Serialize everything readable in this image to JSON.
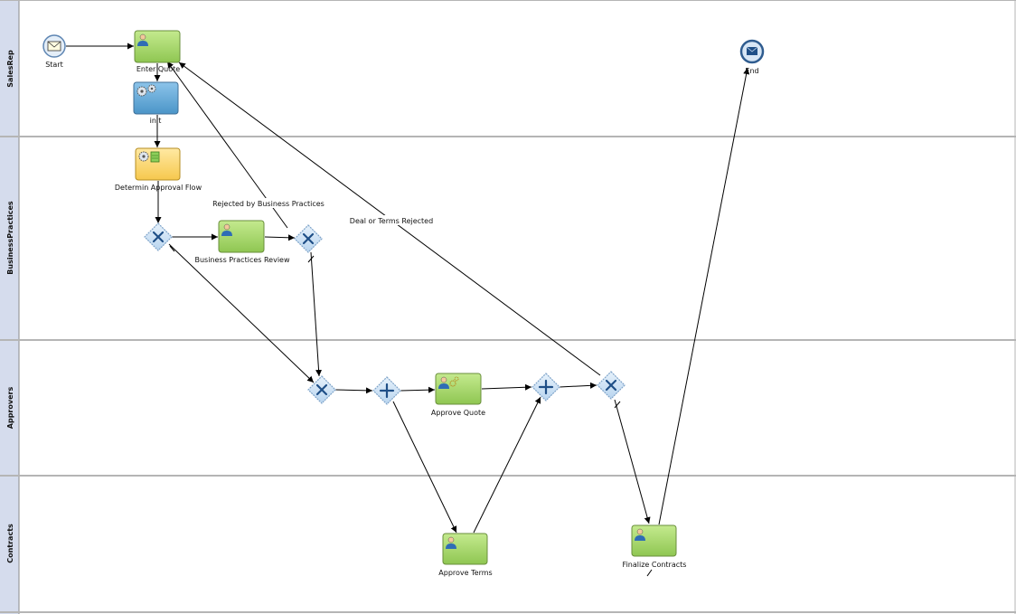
{
  "lanes": [
    {
      "id": "salesrep",
      "label": "SalesRep"
    },
    {
      "id": "businesspractices",
      "label": "BusinessPractices"
    },
    {
      "id": "approvers",
      "label": "Approvers"
    },
    {
      "id": "contracts",
      "label": "Contracts"
    }
  ],
  "nodes": {
    "start": {
      "label": "Start",
      "kind": "start-message-event"
    },
    "enter_quote": {
      "label": "Enter Quote",
      "kind": "user-task"
    },
    "init": {
      "label": "init",
      "kind": "service-task"
    },
    "determin_approval_flow": {
      "label": "Determin Approval Flow",
      "kind": "business-rule-task"
    },
    "gateway_exclusive_1": {
      "label": "",
      "kind": "exclusive-gateway"
    },
    "business_practices_review": {
      "label": "Business Practices Review",
      "kind": "user-task"
    },
    "gateway_exclusive_2": {
      "label": "",
      "kind": "exclusive-gateway"
    },
    "gateway_exclusive_3": {
      "label": "",
      "kind": "exclusive-gateway"
    },
    "gateway_parallel_split": {
      "label": "",
      "kind": "parallel-gateway"
    },
    "approve_quote": {
      "label": "Approve Quote",
      "kind": "group-user-task"
    },
    "gateway_parallel_join": {
      "label": "",
      "kind": "parallel-gateway"
    },
    "gateway_exclusive_4": {
      "label": "",
      "kind": "exclusive-gateway"
    },
    "approve_terms": {
      "label": "Approve Terms",
      "kind": "user-task"
    },
    "finalize_contracts": {
      "label": "Finalize Contracts",
      "kind": "user-task"
    },
    "end": {
      "label": "End",
      "kind": "end-message-event"
    }
  },
  "flow_labels": {
    "rejected_by_business_practices": "Rejected by Business Practices",
    "deal_or_terms_rejected": "Deal or Terms Rejected"
  },
  "colors": {
    "task_green": "#9fd363",
    "service_blue": "#5ea6d6",
    "rule_yellow": "#ffd76a",
    "gateway_fill": "#cfe3f4",
    "gateway_mark": "#1f4f87",
    "lane_header": "#d5dced",
    "lane_border": "#b5b5b5"
  }
}
